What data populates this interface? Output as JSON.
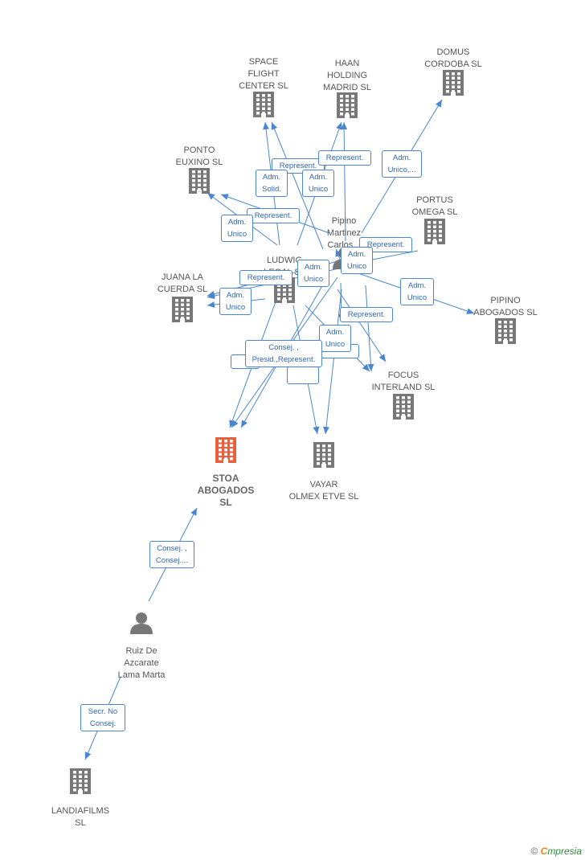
{
  "nodes": [
    {
      "id": "space",
      "type": "company",
      "lines": [
        "SPACE",
        "FLIGHT",
        "CENTER  SL"
      ]
    },
    {
      "id": "haan",
      "type": "company",
      "lines": [
        "HAAN",
        "HOLDING",
        "MADRID SL"
      ]
    },
    {
      "id": "domus",
      "type": "company",
      "lines": [
        "DOMUS",
        "CORDOBA SL"
      ]
    },
    {
      "id": "ponto",
      "type": "company",
      "lines": [
        "PONTO",
        "EUXINO SL"
      ]
    },
    {
      "id": "portus",
      "type": "company",
      "lines": [
        "PORTUS",
        "OMEGA  SL"
      ]
    },
    {
      "id": "pipino_p",
      "type": "person",
      "lines": [
        "Pipino",
        "Martinez",
        "Carlos..."
      ]
    },
    {
      "id": "ludwig",
      "type": "company",
      "lines": [
        "LUDWIG",
        "LEGAL SL"
      ]
    },
    {
      "id": "juana",
      "type": "company",
      "lines": [
        "JUANA LA",
        "CUERDA  SL"
      ]
    },
    {
      "id": "pipino_ab",
      "type": "company",
      "lines": [
        "PIPINO",
        "ABOGADOS SL"
      ]
    },
    {
      "id": "focus",
      "type": "company",
      "lines": [
        "FOCUS",
        "INTERLAND  SL"
      ]
    },
    {
      "id": "stoa",
      "type": "company",
      "main": true,
      "lines": [
        "STOA",
        "ABOGADOS",
        "SL"
      ]
    },
    {
      "id": "vayar",
      "type": "company",
      "lines": [
        "VAYAR",
        "OLMEX ETVE SL"
      ]
    },
    {
      "id": "ruiz",
      "type": "person",
      "lines": [
        "Ruiz De",
        "Azcarate",
        "Lama Marta"
      ]
    },
    {
      "id": "landia",
      "type": "company",
      "lines": [
        "LANDIAFILMS",
        "SL"
      ]
    }
  ],
  "edges": [
    {
      "label": "Represent."
    },
    {
      "label": "Adm.\nSolid."
    },
    {
      "label": "Adm.\nUnico"
    },
    {
      "label": "Represent."
    },
    {
      "label": "Adm.\nUnico,..."
    },
    {
      "label": "Represent."
    },
    {
      "label": "Adm.\nUnico"
    },
    {
      "label": "Represent."
    },
    {
      "label": "Adm.\nUnico"
    },
    {
      "label": "Adm.\nUnico"
    },
    {
      "label": "Represent."
    },
    {
      "label": "Adm.\nUnico"
    },
    {
      "label": "Adm.\nUnico"
    },
    {
      "label": "Represent."
    },
    {
      "label": "Adm.\nUnico"
    },
    {
      "label": "Consej. ,\nPresid.,Represent."
    },
    {
      "label": "Consej. ,\nConsej...."
    },
    {
      "label": "Secr.  No\nConsej."
    }
  ],
  "footer": {
    "copyright": "©",
    "brand_first": "C",
    "brand_rest": "mpresia"
  },
  "colors": {
    "company": "#777777",
    "main": "#e8603c",
    "person": "#777777",
    "edge": "#4a86d0"
  }
}
